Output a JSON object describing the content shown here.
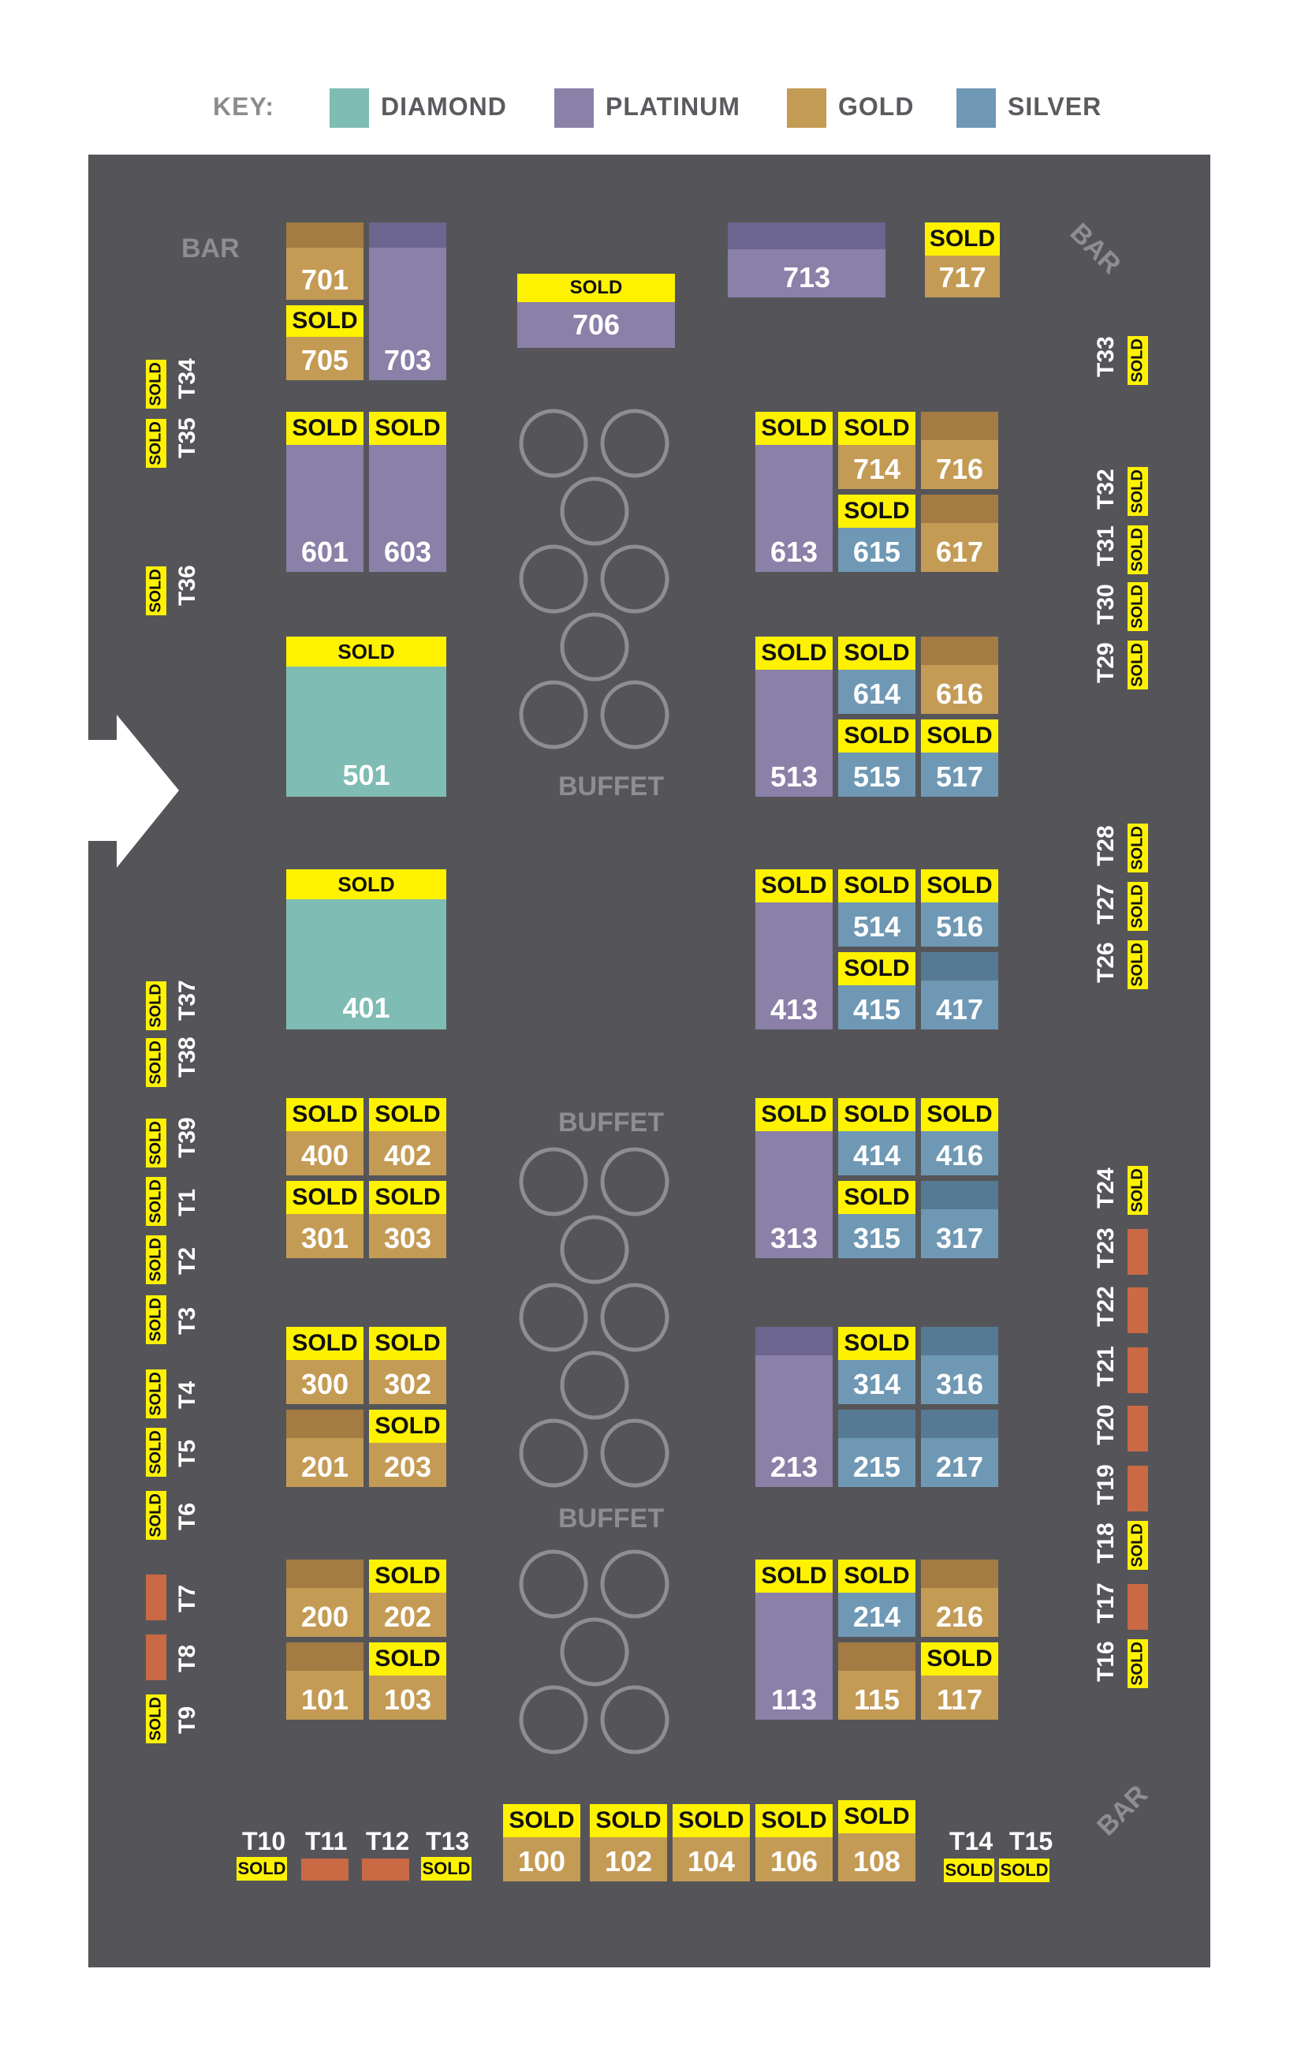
{
  "key": {
    "title": "KEY:",
    "items": [
      {
        "label": "DIAMOND",
        "color": "#7fbcb3"
      },
      {
        "label": "PLATINUM",
        "color": "#8a80a8"
      },
      {
        "label": "GOLD",
        "color": "#c49b55"
      },
      {
        "label": "SILVER",
        "color": "#6f98b4"
      }
    ]
  },
  "areas": {
    "bar_top_left": "BAR",
    "bar_top_right": "BAR",
    "bar_bottom_right": "BAR",
    "buffet_1": "BUFFET",
    "buffet_2": "BUFFET",
    "buffet_3": "BUFFET"
  },
  "sold_text": "SOLD",
  "booths": {
    "b701": "701",
    "b703": "703",
    "b705": "705",
    "b706": "706",
    "b713": "713",
    "b717": "717",
    "b601": "601",
    "b603": "603",
    "b613": "613",
    "b714": "714",
    "b716": "716",
    "b615": "615",
    "b617": "617",
    "b501": "501",
    "b513": "513",
    "b614": "614",
    "b616": "616",
    "b515": "515",
    "b517": "517",
    "b401": "401",
    "b413": "413",
    "b514": "514",
    "b516": "516",
    "b415": "415",
    "b417": "417",
    "b400": "400",
    "b402": "402",
    "b301": "301",
    "b303": "303",
    "b313": "313",
    "b414": "414",
    "b416": "416",
    "b315": "315",
    "b317": "317",
    "b300": "300",
    "b302": "302",
    "b201": "201",
    "b203": "203",
    "b213": "213",
    "b314": "314",
    "b316": "316",
    "b215": "215",
    "b217": "217",
    "b200": "200",
    "b202": "202",
    "b101": "101",
    "b103": "103",
    "b113": "113",
    "b214": "214",
    "b216": "216",
    "b115": "115",
    "b117": "117",
    "b100": "100",
    "b102": "102",
    "b104": "104",
    "b106": "106",
    "b108": "108"
  },
  "tables": {
    "t1": "T1",
    "t2": "T2",
    "t3": "T3",
    "t4": "T4",
    "t5": "T5",
    "t6": "T6",
    "t7": "T7",
    "t8": "T8",
    "t9": "T9",
    "t10": "T10",
    "t11": "T11",
    "t12": "T12",
    "t13": "T13",
    "t14": "T14",
    "t15": "T15",
    "t16": "T16",
    "t17": "T17",
    "t18": "T18",
    "t19": "T19",
    "t20": "T20",
    "t21": "T21",
    "t22": "T22",
    "t23": "T23",
    "t24": "T24",
    "t26": "T26",
    "t27": "T27",
    "t28": "T28",
    "t29": "T29",
    "t30": "T30",
    "t31": "T31",
    "t32": "T32",
    "t33": "T33",
    "t34": "T34",
    "t35": "T35",
    "t36": "T36",
    "t37": "T37",
    "t38": "T38",
    "t39": "T39"
  }
}
